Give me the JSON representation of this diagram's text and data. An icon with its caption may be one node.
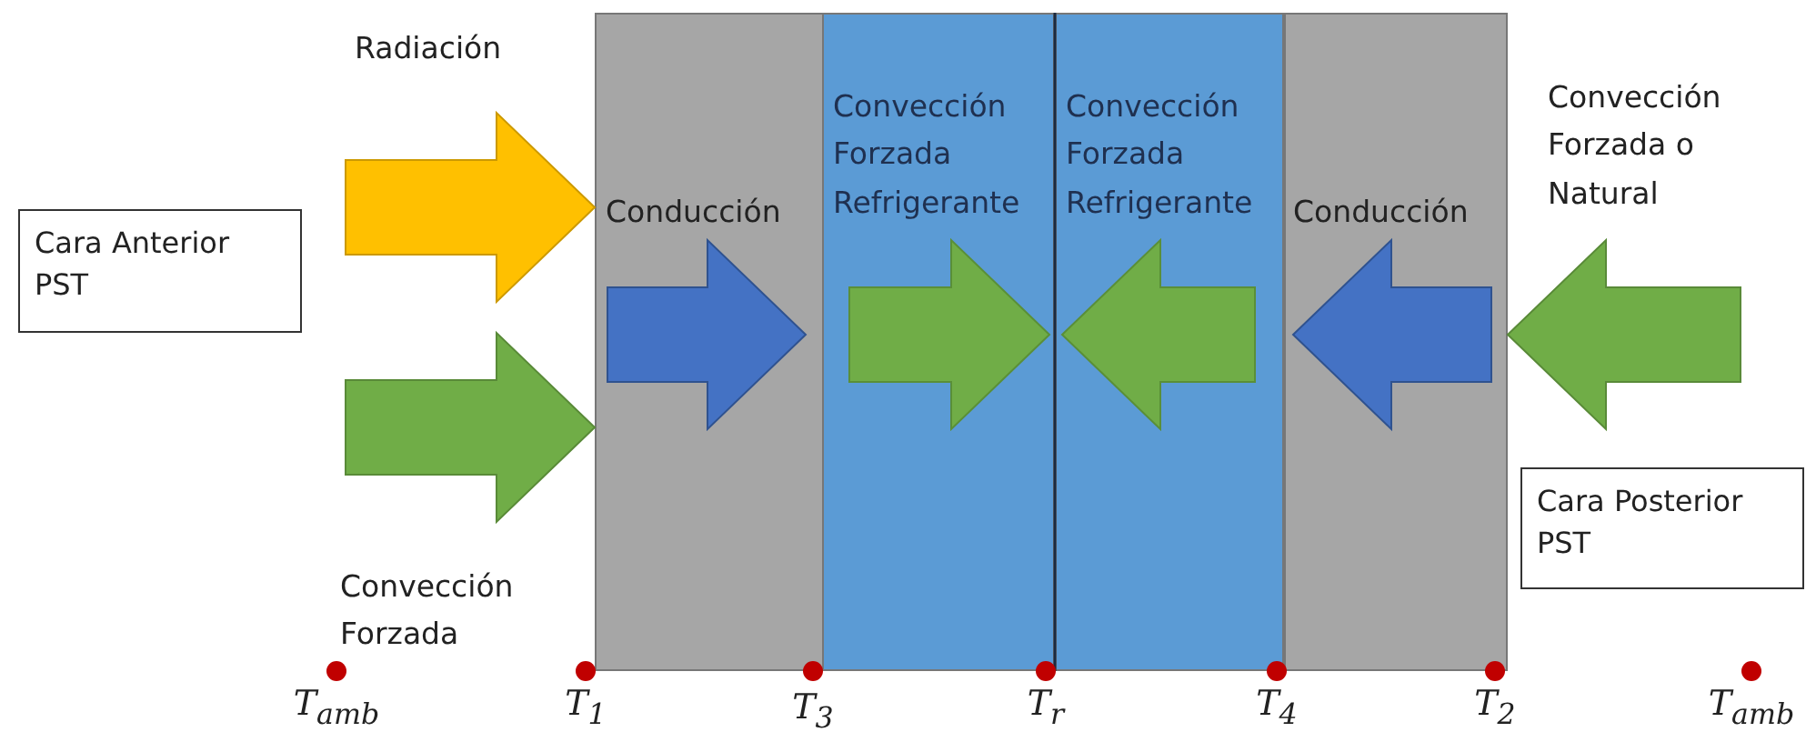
{
  "diagram": {
    "nodes": [
      {
        "text": [
          "Cara Anterior PST"
        ]
      },
      {
        "text": [
          "Conducción"
        ]
      },
      {
        "text": [
          "Convección Forzada Refrigerante"
        ]
      },
      {
        "text": [
          "Convección Forzada Refrigerante"
        ]
      },
      {
        "text": [
          "Conducción"
        ]
      },
      {
        "text": [
          "Cara Posterior PST"
        ]
      }
    ],
    "edges": [
      {
        "from": null,
        "to": 1,
        "arrow": "to",
        "color": "#ffc000"
      },
      {
        "from": null,
        "to": 1,
        "arrow": "to",
        "color": "#70ad47"
      },
      {
        "from": null,
        "to": 4,
        "arrow": "to",
        "color": "#70ad47"
      }
    ],
    "labels": [
      "Radiación",
      "Convección Forzada",
      "Convección Forzada o Natural",
      "T$_{amb}$",
      "T$_{1}$",
      "T$_{3}$",
      "T$_{r}$",
      "T$_{4}$",
      "T$_{2}$",
      "T$_{amb}$"
    ]
  }
}
